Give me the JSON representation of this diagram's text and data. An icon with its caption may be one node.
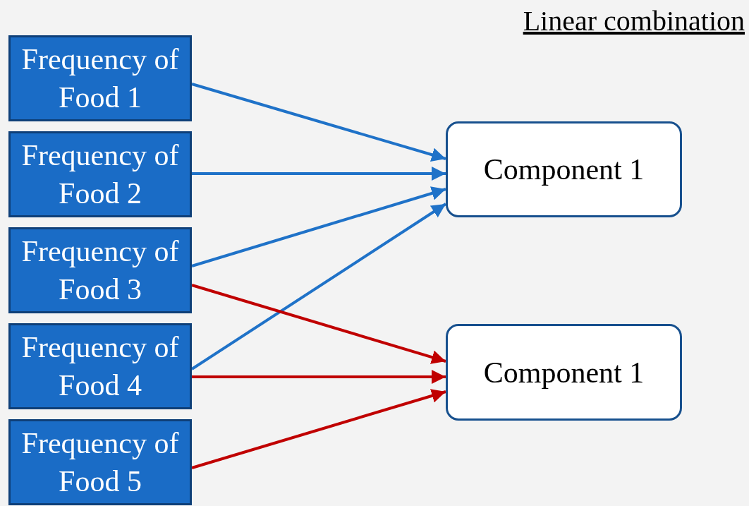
{
  "diagram": {
    "title": "Linear combination",
    "nodes": [
      {
        "text": [
          "Frequency of Food 1"
        ]
      },
      {
        "text": [
          "Frequency of Food 2"
        ]
      },
      {
        "text": [
          "Frequency of Food 3"
        ]
      },
      {
        "text": [
          "Frequency of Food 4"
        ]
      },
      {
        "text": [
          "Frequency of Food 5"
        ]
      },
      {
        "text": [
          "Component 1"
        ]
      },
      {
        "text": [
          "Component 1"
        ]
      }
    ],
    "edges": [
      {
        "from": 0,
        "to": 5,
        "arrow": "to"
      },
      {
        "from": 1,
        "to": 5,
        "arrow": "to"
      },
      {
        "from": 2,
        "to": 5,
        "arrow": "to"
      },
      {
        "from": 3,
        "to": 5,
        "arrow": "to"
      },
      {
        "from": 2,
        "to": 6,
        "arrow": "to",
        "color": "#c00000"
      },
      {
        "from": 3,
        "to": 6,
        "arrow": "to",
        "color": "#c00000"
      },
      {
        "from": 4,
        "to": 6,
        "arrow": "to",
        "color": "#c00000"
      }
    ]
  }
}
